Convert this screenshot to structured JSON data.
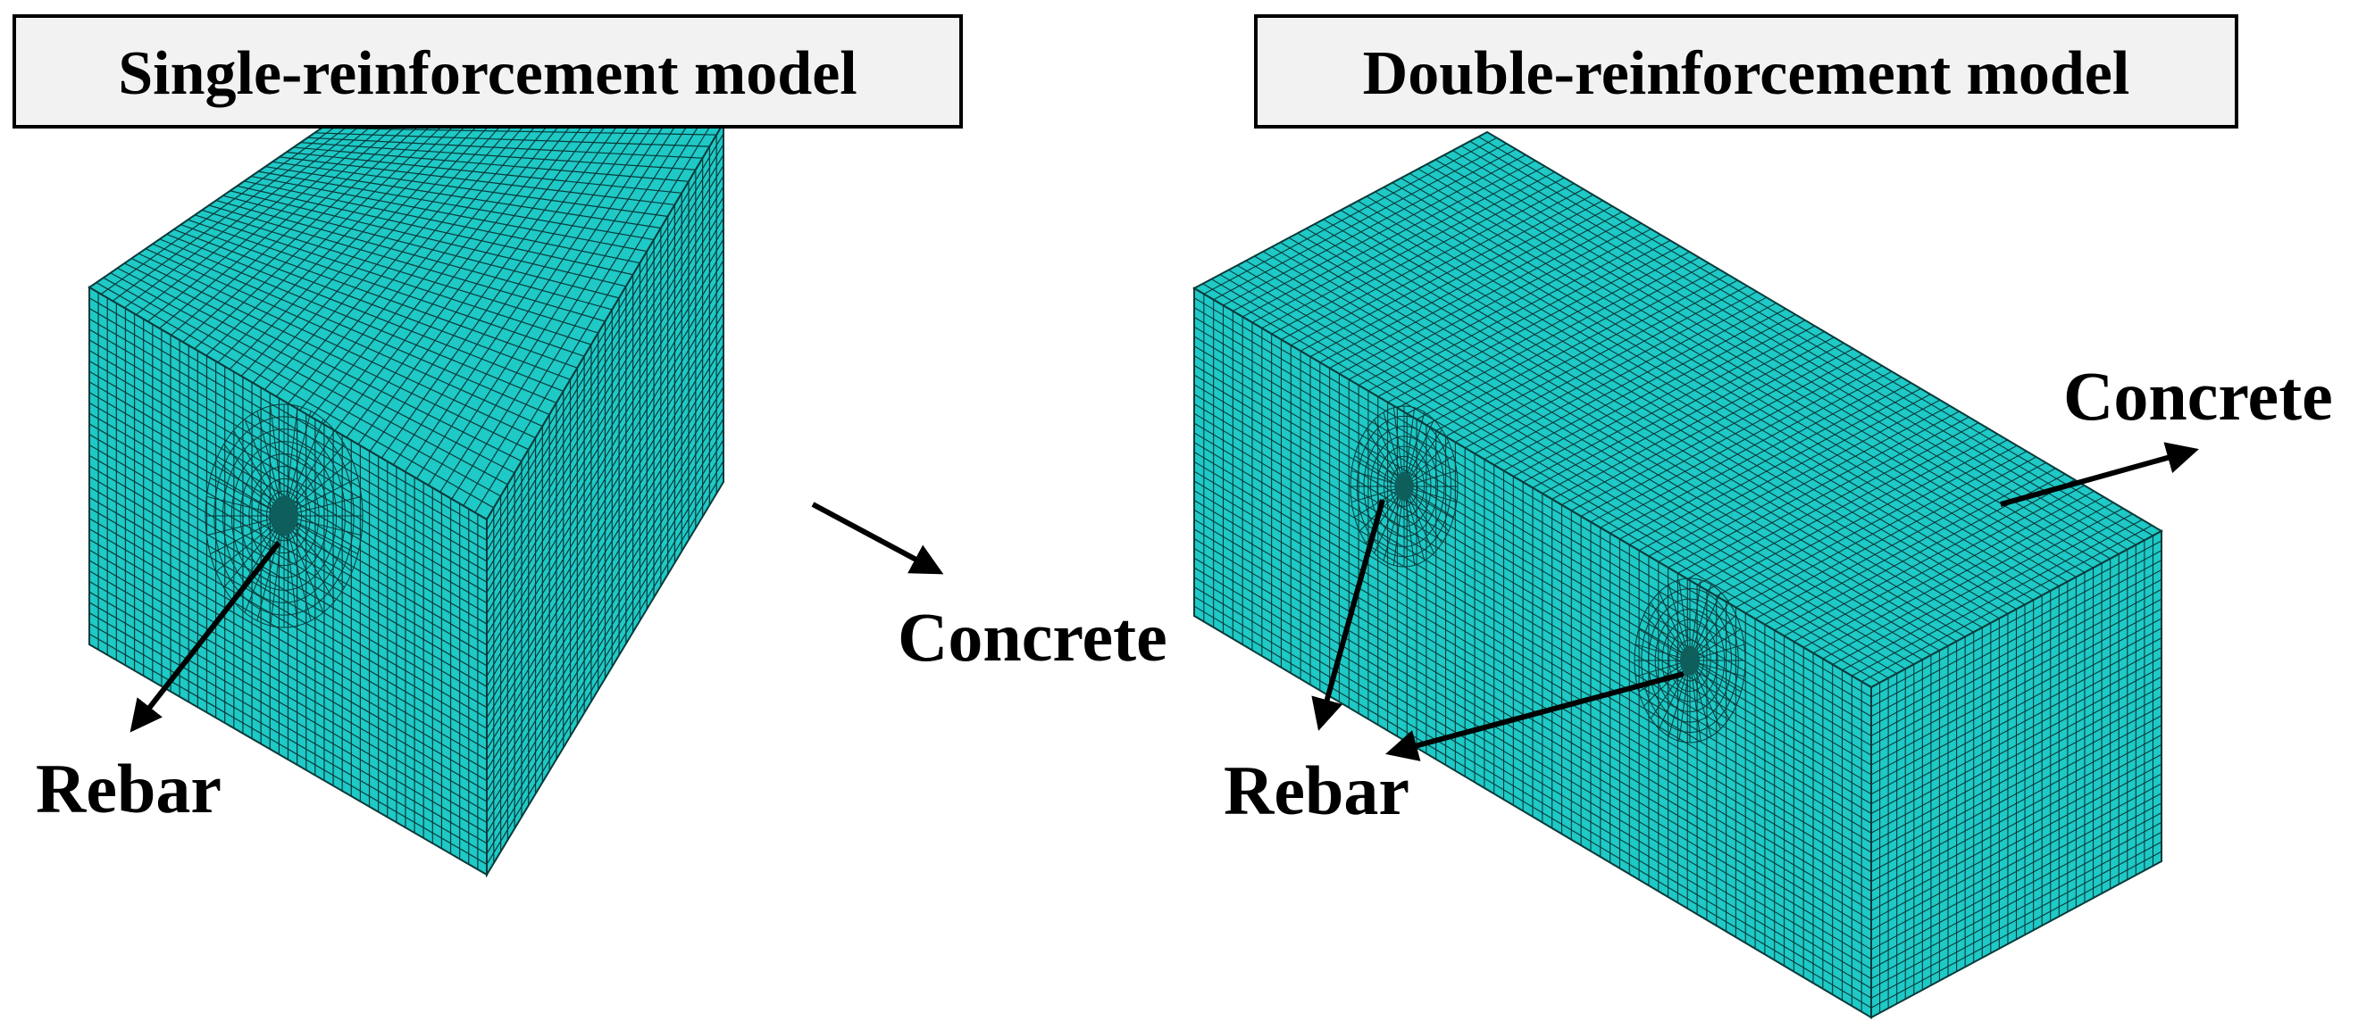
{
  "colors": {
    "mesh_fill": "#1ec9c6",
    "mesh_line": "#0a3a3a",
    "text": "#000000",
    "title_bg": "#f2f2f2"
  },
  "models": [
    {
      "title": "Single-reinforcement model",
      "rebar_label": "Rebar",
      "concrete_label": "Concrete"
    },
    {
      "title": "Double-reinforcement model",
      "rebar_label": "Rebar",
      "concrete_label": "Concrete"
    }
  ]
}
